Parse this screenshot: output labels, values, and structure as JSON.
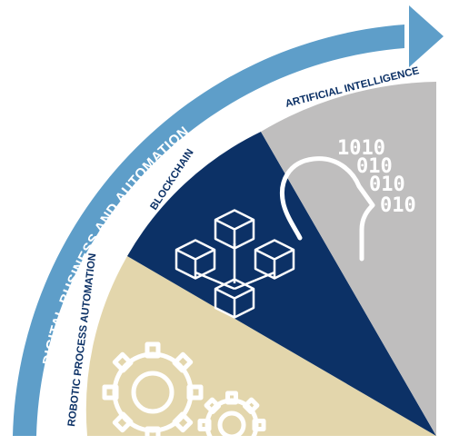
{
  "arc": {
    "label": "DIGITAL BUSINESS AND AUTOMATION",
    "color": "#5e9ec9"
  },
  "segments": [
    {
      "id": "rpa",
      "label": "ROBOTIC PROCESS AUTOMATION",
      "color": "#e3d6ac",
      "icon": "gears-icon"
    },
    {
      "id": "blockchain",
      "label": "BLOCKCHAIN",
      "color": "#0c3166",
      "icon": "blocks-icon"
    },
    {
      "id": "ai",
      "label": "ARTIFICIAL INTELLIGENCE",
      "color": "#bfbebe",
      "icon": "head-binary-icon"
    }
  ],
  "label_color": "#0c3166",
  "binary_lines": [
    "1010",
    "010",
    "010",
    "010"
  ]
}
